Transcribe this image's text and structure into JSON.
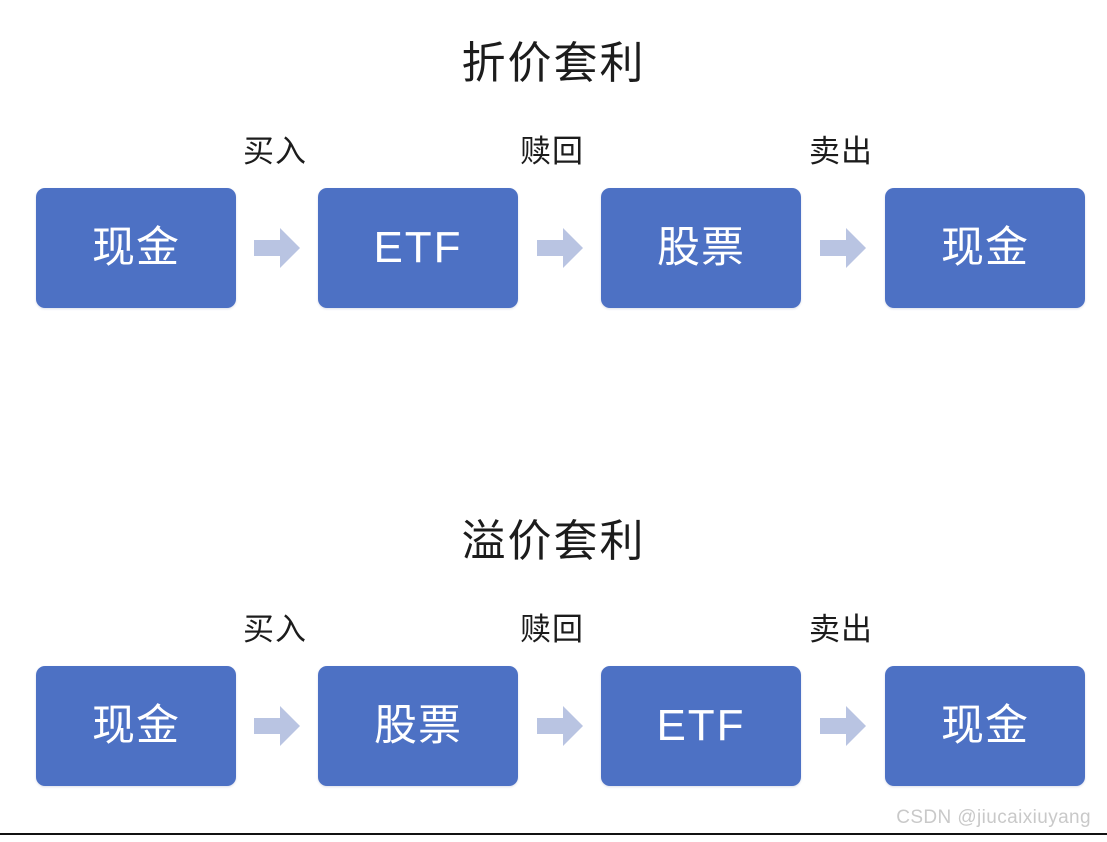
{
  "page": {
    "background": "#ffffff",
    "node_color": "#4d71c4",
    "arrow_color": "#b9c4e2",
    "text_color": "#1c1c1c",
    "node_text_color": "#ffffff"
  },
  "sections": [
    {
      "id": "discount-arbitrage",
      "title": "折价套利",
      "nodes": [
        {
          "label": "现金",
          "script": "han"
        },
        {
          "label": "ETF",
          "script": "latin"
        },
        {
          "label": "股票",
          "script": "han"
        },
        {
          "label": "现金",
          "script": "han"
        }
      ],
      "edges": [
        {
          "label": "买入",
          "icon": "right-arrow-icon"
        },
        {
          "label": "赎回",
          "icon": "right-arrow-icon"
        },
        {
          "label": "卖出",
          "icon": "right-arrow-icon"
        }
      ]
    },
    {
      "id": "premium-arbitrage",
      "title": "溢价套利",
      "nodes": [
        {
          "label": "现金",
          "script": "han"
        },
        {
          "label": "股票",
          "script": "han"
        },
        {
          "label": "ETF",
          "script": "latin"
        },
        {
          "label": "现金",
          "script": "han"
        }
      ],
      "edges": [
        {
          "label": "买入",
          "icon": "right-arrow-icon"
        },
        {
          "label": "赎回",
          "icon": "right-arrow-icon"
        },
        {
          "label": "卖出",
          "icon": "right-arrow-icon"
        }
      ]
    }
  ],
  "footer": {
    "watermark": "CSDN @jiucaixiuyang"
  }
}
